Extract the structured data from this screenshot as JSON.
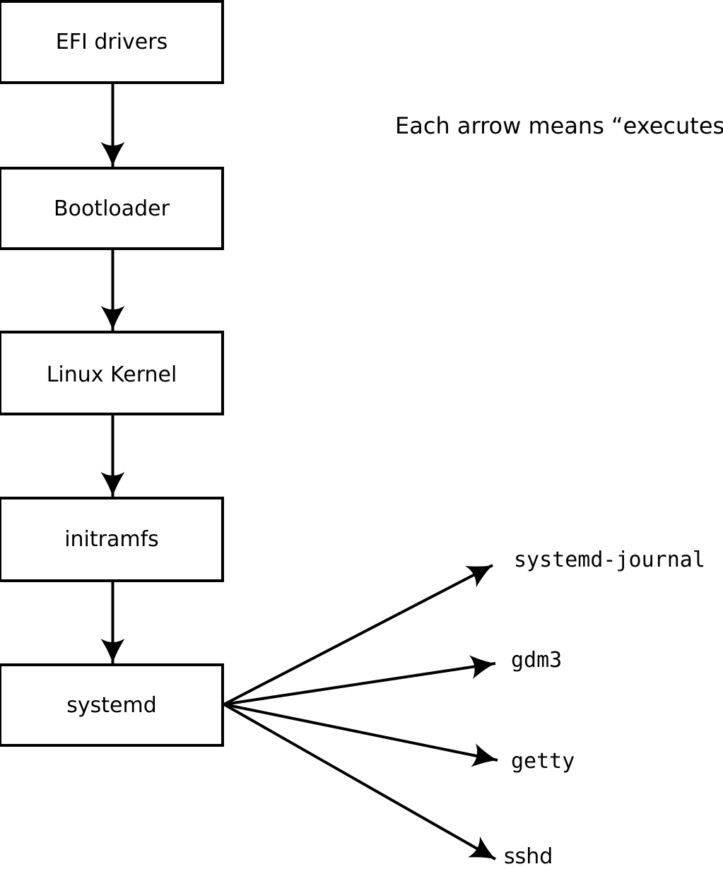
{
  "note": "Each arrow means “executes”.",
  "edge_meaning": "executes",
  "nodes": [
    {
      "id": "efi-drivers",
      "label": "EFI drivers"
    },
    {
      "id": "bootloader",
      "label": "Bootloader"
    },
    {
      "id": "linux-kernel",
      "label": "Linux Kernel"
    },
    {
      "id": "initramfs",
      "label": "initramfs"
    },
    {
      "id": "systemd",
      "label": "systemd"
    }
  ],
  "spawned": [
    {
      "id": "systemd-journal",
      "label": "systemd-journal"
    },
    {
      "id": "gdm3",
      "label": "gdm3"
    },
    {
      "id": "getty",
      "label": "getty"
    },
    {
      "id": "sshd",
      "label": "sshd"
    }
  ],
  "edges": [
    {
      "from": "EFI drivers",
      "to": "Bootloader"
    },
    {
      "from": "Bootloader",
      "to": "Linux Kernel"
    },
    {
      "from": "Linux Kernel",
      "to": "initramfs"
    },
    {
      "from": "initramfs",
      "to": "systemd"
    },
    {
      "from": "systemd",
      "to": "systemd-journal"
    },
    {
      "from": "systemd",
      "to": "gdm3"
    },
    {
      "from": "systemd",
      "to": "getty"
    },
    {
      "from": "systemd",
      "to": "sshd"
    }
  ],
  "colors": {
    "ink": "#000000",
    "background": "#ffffff",
    "box_fill": "#ffffff"
  }
}
